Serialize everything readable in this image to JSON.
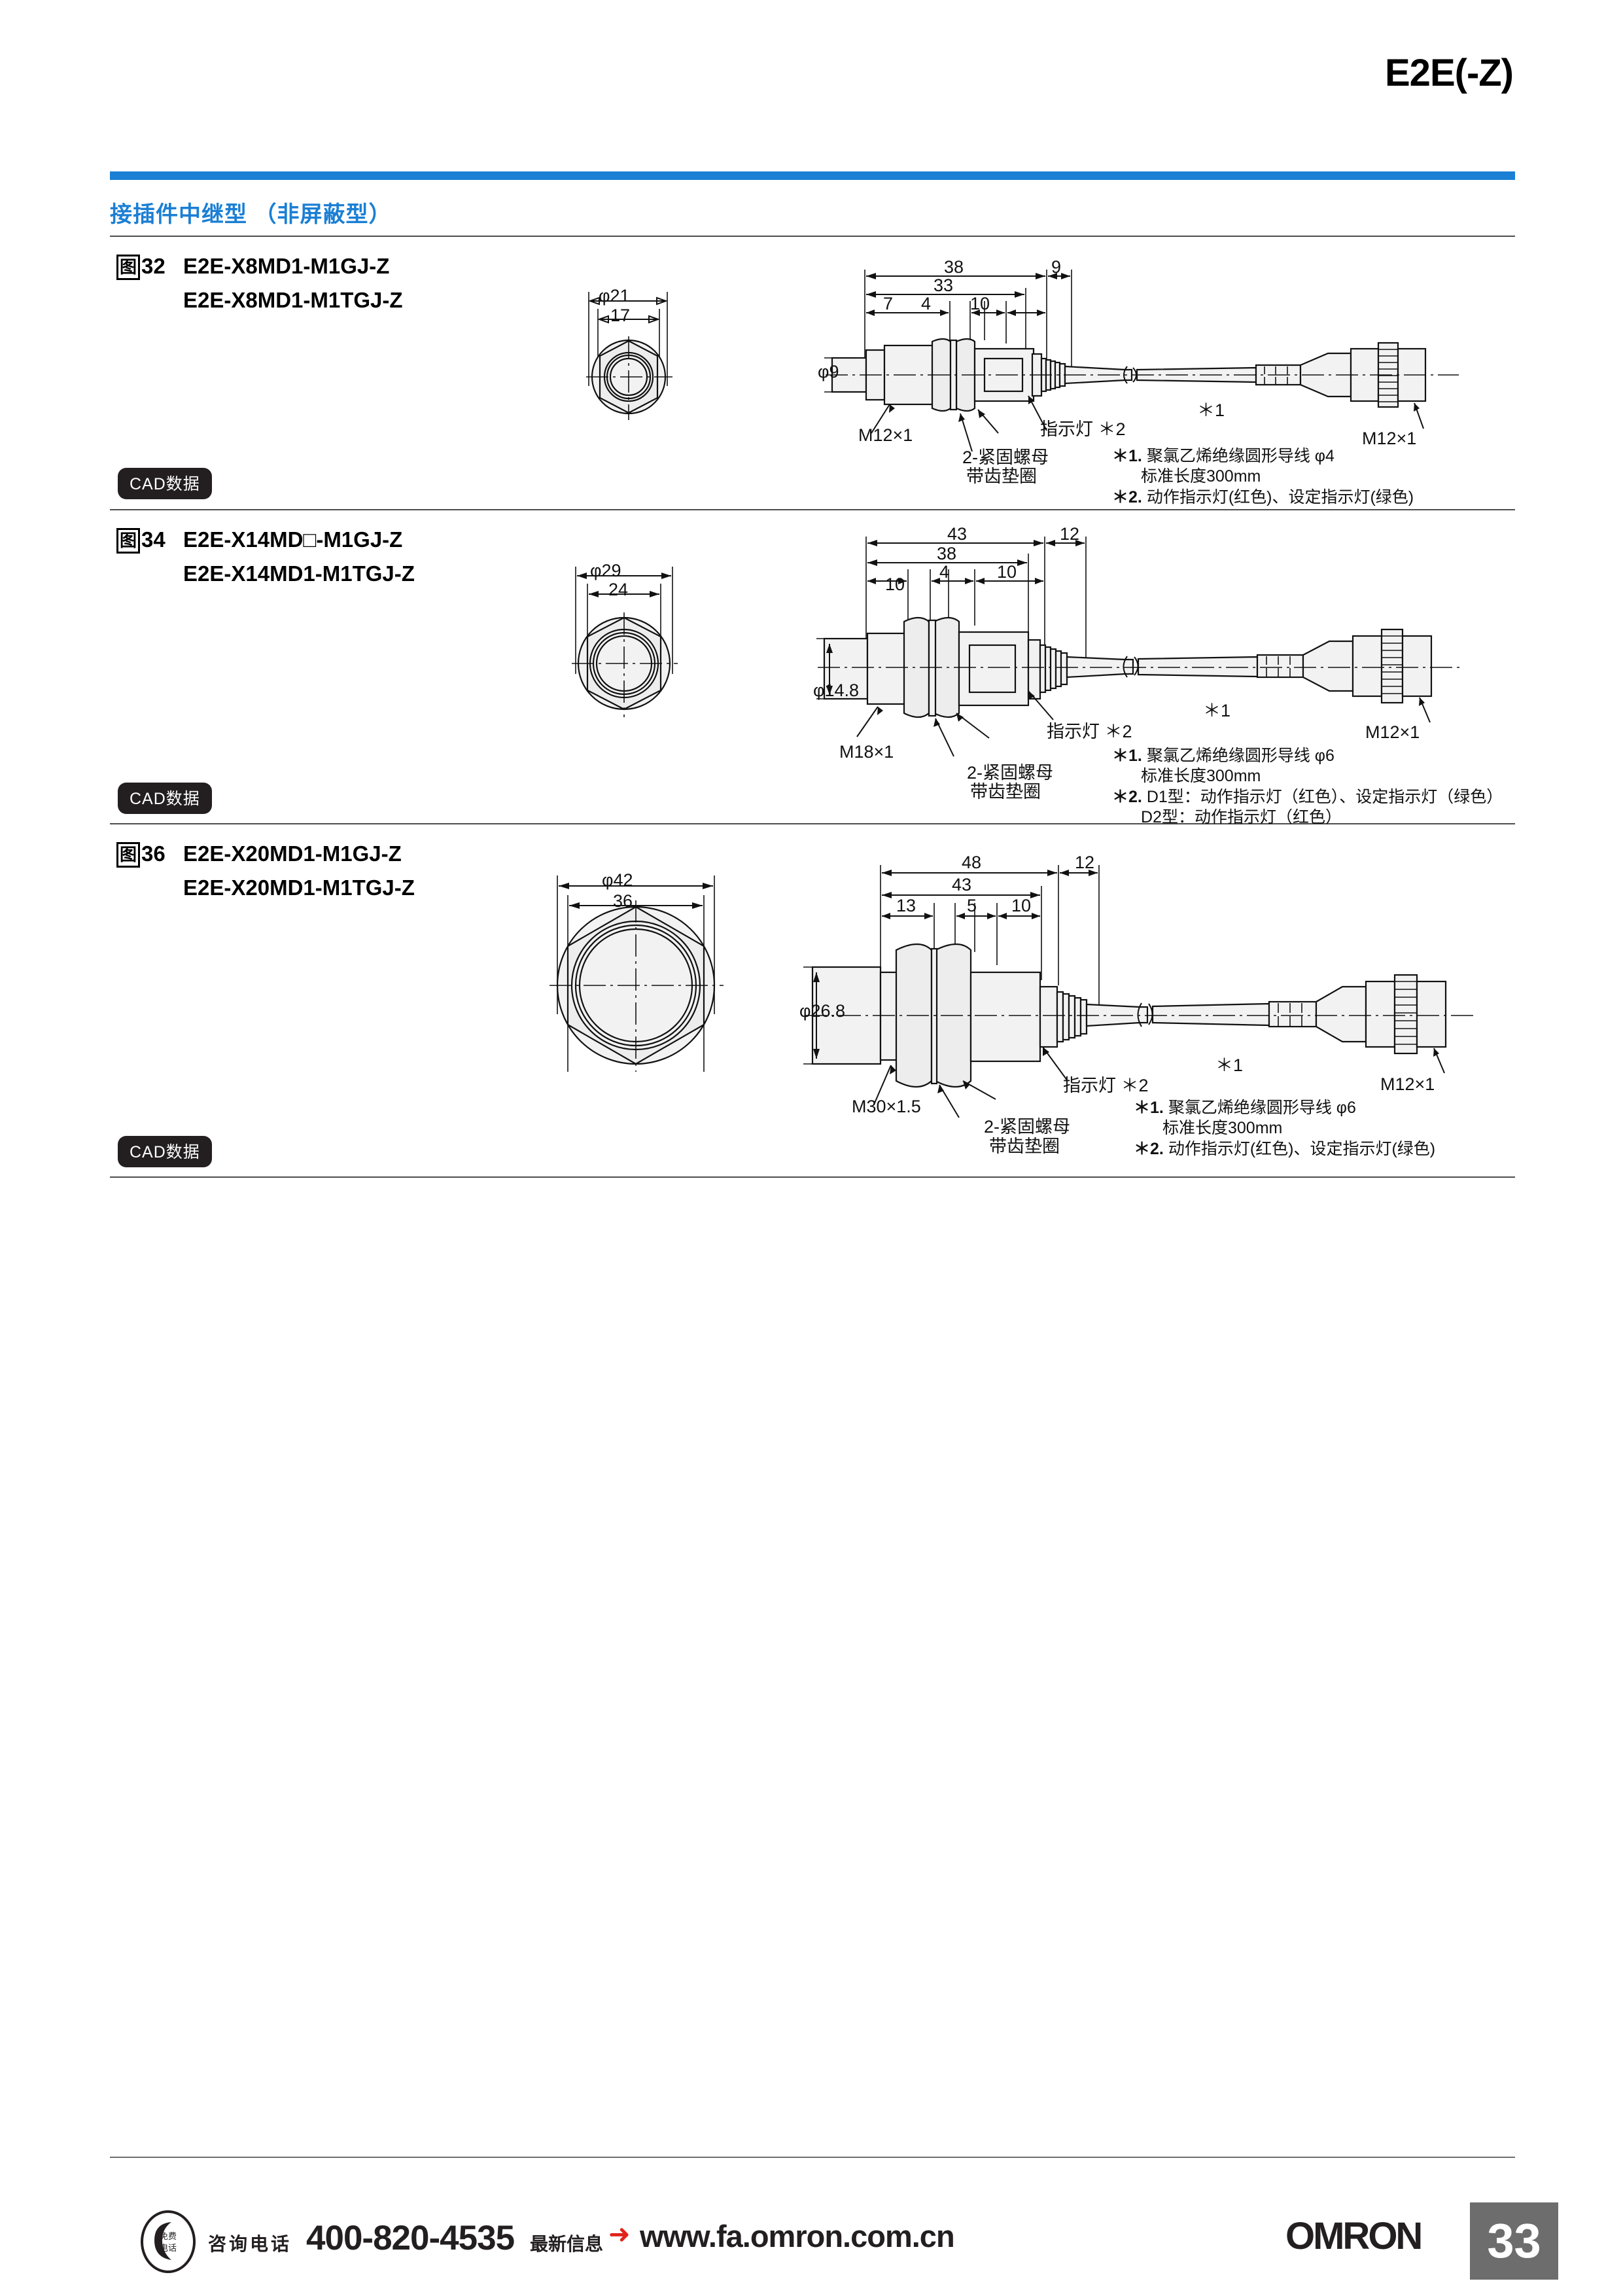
{
  "header": {
    "title": "E2E(-Z)"
  },
  "section": {
    "heading": "接插件中继型 （非屏蔽型）"
  },
  "cad_label": "CAD数据",
  "figures": [
    {
      "fig_no": "图32",
      "models": [
        "E2E-X8MD1-M1GJ-Z",
        "E2E-X8MD1-M1TGJ-Z"
      ],
      "front_view": {
        "outer_dia": "φ21",
        "across_flats": "17"
      },
      "side_view": {
        "total": "38",
        "secondary": "33",
        "tail": "9",
        "segments": [
          "7",
          "4",
          "10"
        ],
        "body_dia": "φ9",
        "thread_left": "M12×1",
        "thread_right": "M12×1",
        "indicator": "指示灯 ＊2",
        "nut": "2-紧固螺母",
        "washer": "带齿垫圈",
        "cable_mark": "＊1"
      },
      "notes": [
        {
          "mark": "＊1.",
          "lines": [
            "聚氯乙烯绝缘圆形导线 φ4",
            "标准长度300mm"
          ]
        },
        {
          "mark": "＊2.",
          "lines": [
            "动作指示灯(红色)、设定指示灯(绿色)"
          ]
        }
      ]
    },
    {
      "fig_no": "图34",
      "models": [
        "E2E-X14MD□-M1GJ-Z",
        "E2E-X14MD1-M1TGJ-Z"
      ],
      "front_view": {
        "outer_dia": "φ29",
        "across_flats": "24"
      },
      "side_view": {
        "total": "43",
        "secondary": "38",
        "tail": "12",
        "segments": [
          "10",
          "4",
          "10"
        ],
        "body_dia": "φ14.8",
        "thread_left": "M18×1",
        "thread_right": "M12×1",
        "indicator": "指示灯 ＊2",
        "nut": "2-紧固螺母",
        "washer": "带齿垫圈",
        "cable_mark": "＊1"
      },
      "notes": [
        {
          "mark": "＊1.",
          "lines": [
            "聚氯乙烯绝缘圆形导线 φ6",
            "标准长度300mm"
          ]
        },
        {
          "mark": "＊2.",
          "lines": [
            "D1型：动作指示灯（红色）、设定指示灯（绿色）",
            "D2型：动作指示灯（红色）"
          ]
        }
      ]
    },
    {
      "fig_no": "图36",
      "models": [
        "E2E-X20MD1-M1GJ-Z",
        "E2E-X20MD1-M1TGJ-Z"
      ],
      "front_view": {
        "outer_dia": "φ42",
        "across_flats": "36"
      },
      "side_view": {
        "total": "48",
        "secondary": "43",
        "tail": "12",
        "segments": [
          "13",
          "5",
          "10"
        ],
        "body_dia": "φ26.8",
        "thread_left": "M30×1.5",
        "thread_right": "M12×1",
        "indicator": "指示灯 ＊2",
        "nut": "2-紧固螺母",
        "washer": "带齿垫圈",
        "cable_mark": "＊1"
      },
      "notes": [
        {
          "mark": "＊1.",
          "lines": [
            "聚氯乙烯绝缘圆形导线 φ6",
            "标准长度300mm"
          ]
        },
        {
          "mark": "＊2.",
          "lines": [
            "动作指示灯(红色)、设定指示灯(绿色)"
          ]
        }
      ]
    }
  ],
  "footer": {
    "free_call_line1": "免费",
    "free_call_line2": "电话",
    "phone_label": "咨询电话",
    "phone_number": "400-820-4535",
    "info_label": "最新信息",
    "url": "www.fa.omron.com.cn",
    "brand": "OMRON",
    "page_number": "33"
  },
  "colors": {
    "accent_blue": "#1b7fd4",
    "footer_gray": "#6d6d6d",
    "badge_black": "#231f20",
    "red": "#e2231a"
  }
}
